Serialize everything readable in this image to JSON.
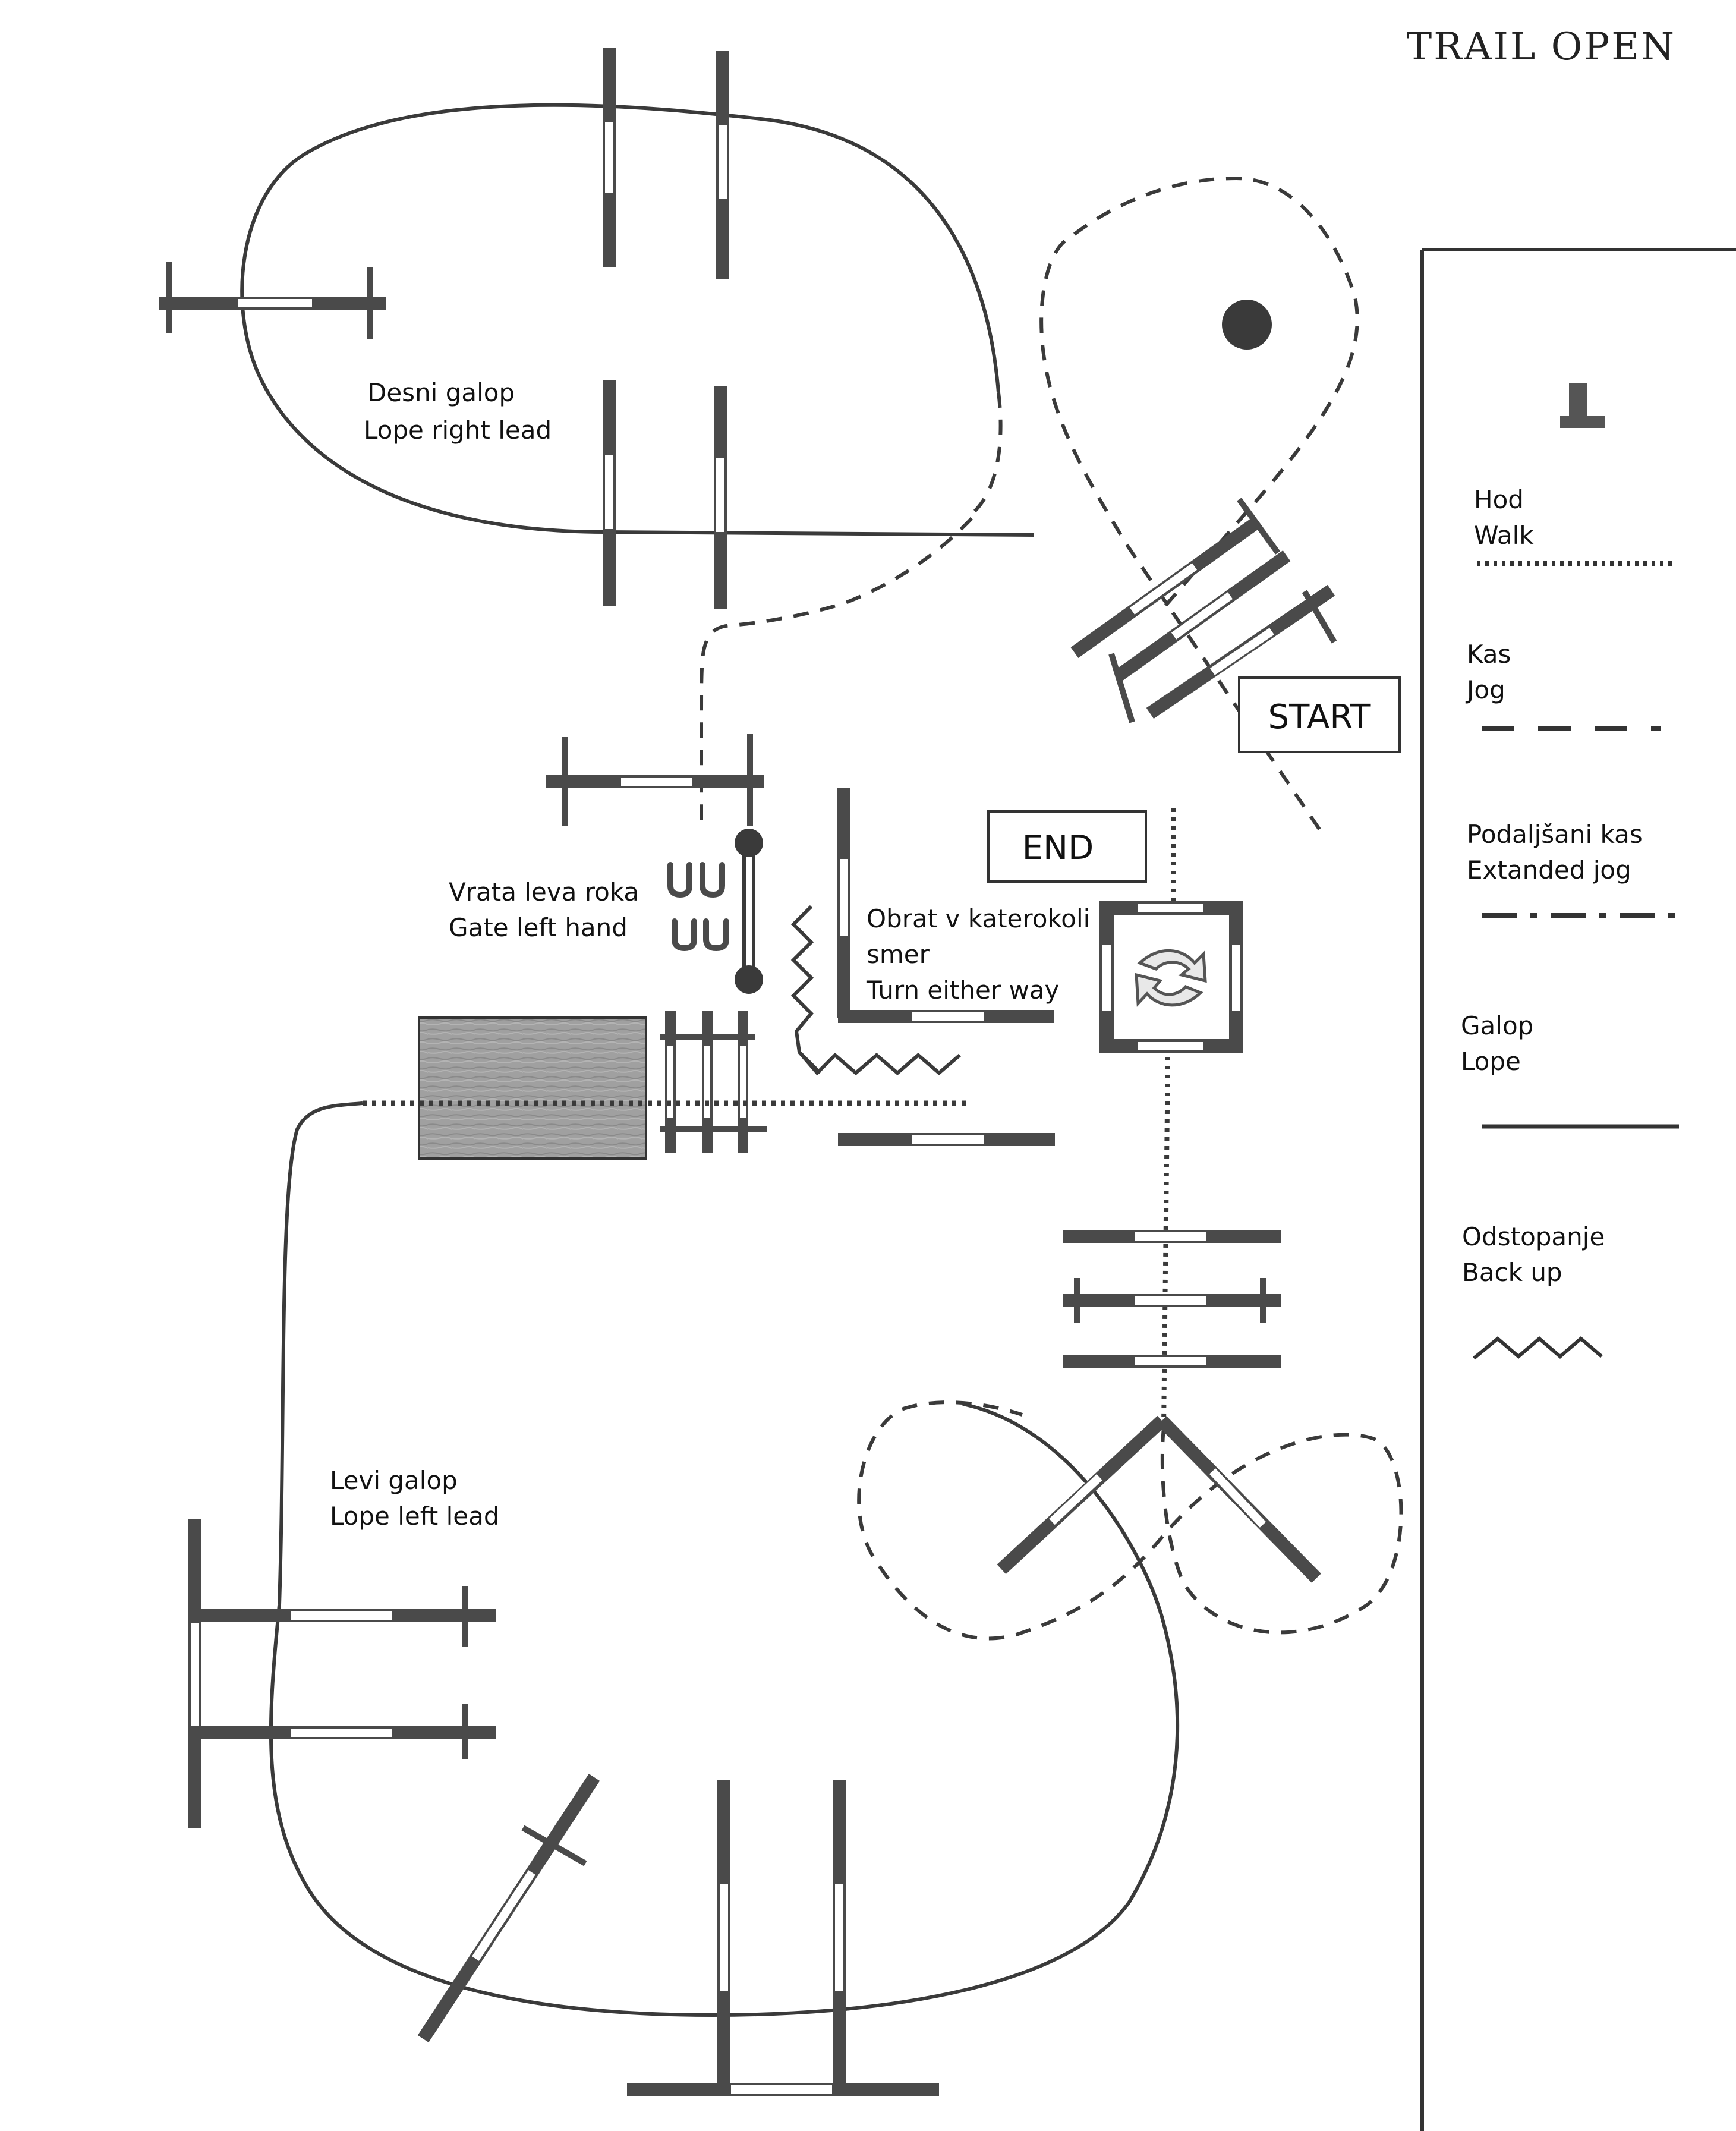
{
  "title": "TRAIL OPEN",
  "labels": {
    "start": "START",
    "end": "END",
    "right_lead_1": "Desni galop",
    "right_lead_2": "Lope right lead",
    "gate_1": "Vrata leva roka",
    "gate_2": "Gate left hand",
    "turn_1": "Obrat v katerokoli",
    "turn_2": "smer",
    "turn_3": "Turn either way",
    "left_lead_1": "Levi galop",
    "left_lead_2": "Lope left lead"
  },
  "legend": {
    "items": [
      {
        "line1": "Hod",
        "line2": "Walk",
        "style": "dotted"
      },
      {
        "line1": "Kas",
        "line2": "Jog",
        "style": "dashed"
      },
      {
        "line1": "Podaljšani kas",
        "line2": "Extanded jog",
        "style": "dash-dot"
      },
      {
        "line1": "Galop",
        "line2": "Lope",
        "style": "solid"
      },
      {
        "line1": "Odstopanje",
        "line2": "Back up",
        "style": "zigzag"
      }
    ]
  },
  "colors": {
    "pole": "#4a4a4a",
    "path": "#3a3a3a",
    "box_fill": "#9a9a9a",
    "background": "#ffffff"
  },
  "icons": {
    "legend_symbol": "mount-block-icon",
    "turn_box": "rotate-arrows-icon",
    "cones": "cone-icon",
    "gate": "gate-icon",
    "bridge": "bridge-icon"
  }
}
